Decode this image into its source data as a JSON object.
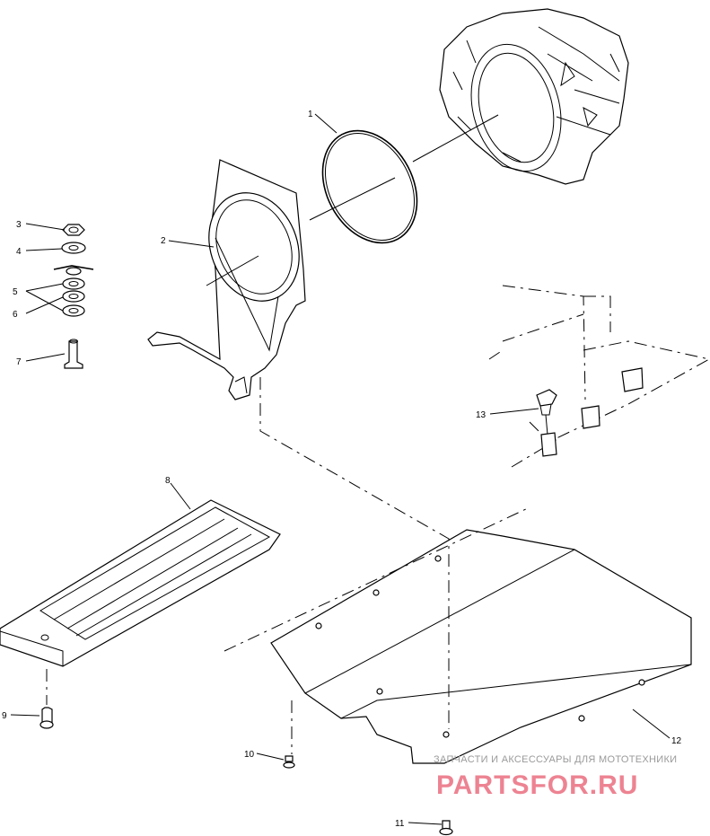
{
  "callouts": [
    {
      "id": "c1",
      "label": "1"
    },
    {
      "id": "c2",
      "label": "2"
    },
    {
      "id": "c3",
      "label": "3"
    },
    {
      "id": "c4",
      "label": "4"
    },
    {
      "id": "c5",
      "label": "5"
    },
    {
      "id": "c6",
      "label": "6"
    },
    {
      "id": "c7",
      "label": "7"
    },
    {
      "id": "c8",
      "label": "8"
    },
    {
      "id": "c9",
      "label": "9"
    },
    {
      "id": "c10",
      "label": "10"
    },
    {
      "id": "c11",
      "label": "11"
    },
    {
      "id": "c12",
      "label": "12"
    },
    {
      "id": "c13",
      "label": "13"
    }
  ],
  "watermark": {
    "caption": "ЗАПЧАСТИ И АКСЕССУАРЫ ДЛЯ МОТОТЕХНИКИ",
    "brand": "PARTSFOR.RU",
    "color": "#e85a6e"
  }
}
